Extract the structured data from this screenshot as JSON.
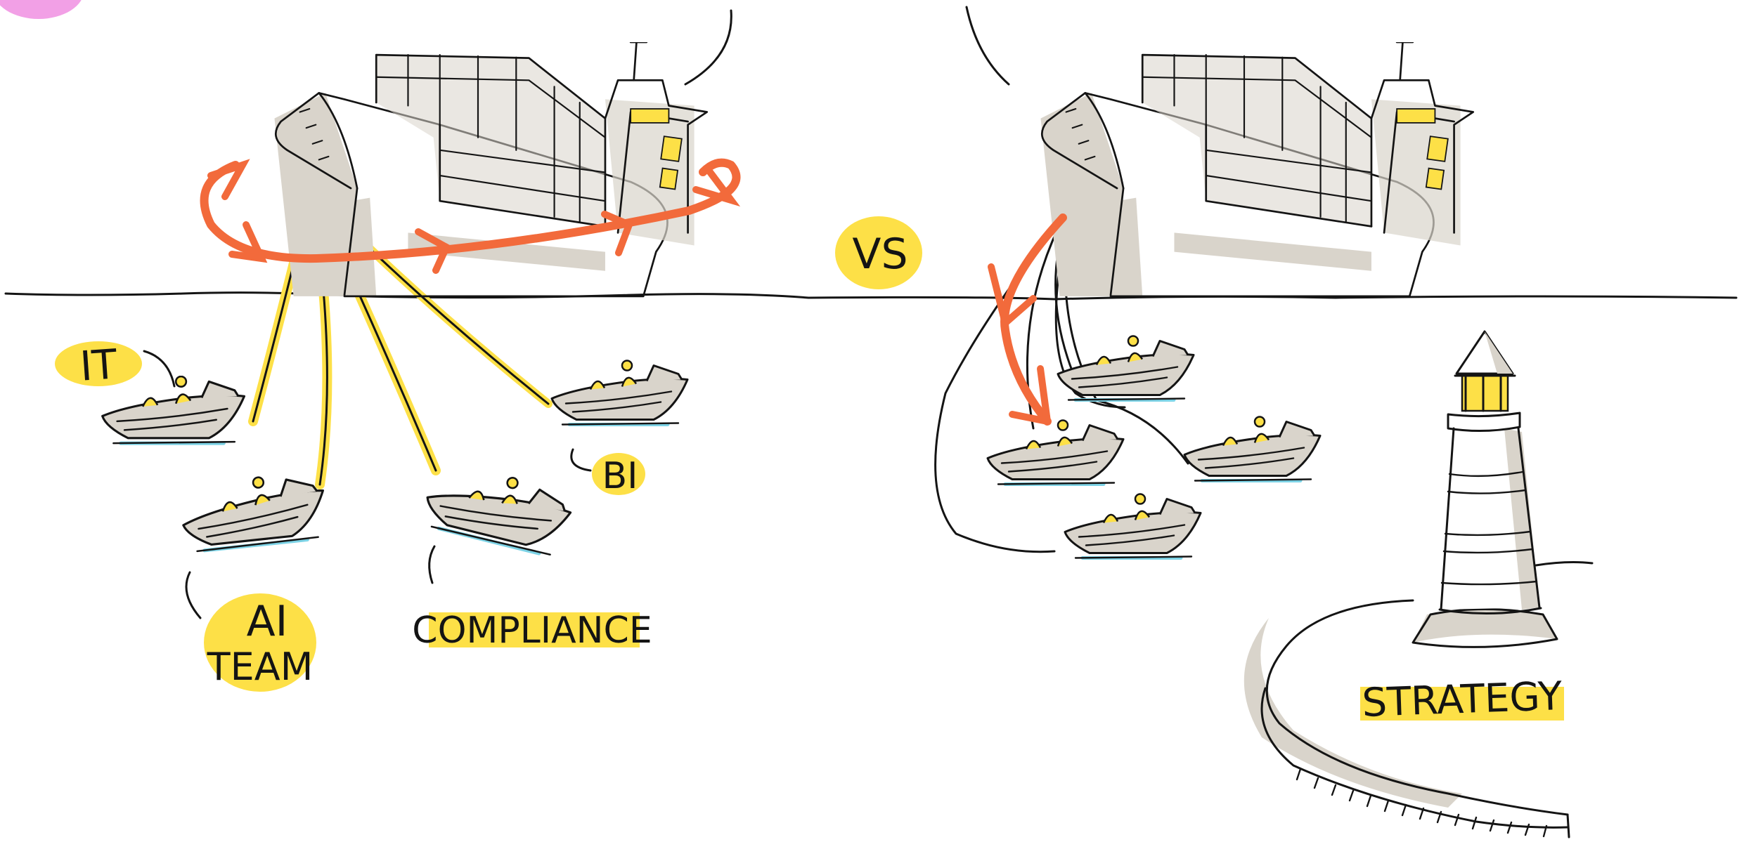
{
  "colors": {
    "ink": "#141414",
    "highlight": "#fde047",
    "accent_arrow": "#f26a3b",
    "shade": "#d9d4cb",
    "water": "#7dd3e6",
    "badge": "#f2a0e6"
  },
  "labels": {
    "it": "IT",
    "bi": "BI",
    "ai_team_line1": "AI",
    "ai_team_line2": "TEAM",
    "compliance": "COMPLIANCE",
    "vs": "VS",
    "strategy": "STRATEGY"
  },
  "icons": {
    "left_ship": "cargo-ship-icon",
    "right_ship": "cargo-ship-icon",
    "boat": "speedboat-icon",
    "lighthouse": "lighthouse-icon"
  }
}
